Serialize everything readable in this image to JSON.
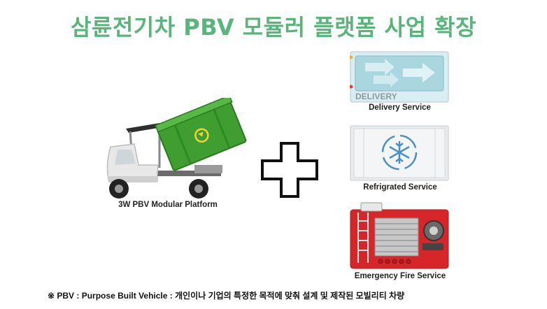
{
  "title": "삼륜전기차 PBV 모듈러 플랫폼 사업 확장",
  "colors": {
    "title": "#5ab57a",
    "bin_green": "#3f9e2f",
    "delivery": "#a9d6df",
    "fire_red": "#d7262a",
    "fridge": "#e9ecee"
  },
  "vehicle": {
    "caption": "3W PBV Modular Platform",
    "logo_icon": "recycle-icon"
  },
  "plus_icon": "plus-outline-icon",
  "services": [
    {
      "label": "Delivery Service",
      "side_text": "DELIVERY",
      "icon": "delivery-arrows-icon"
    },
    {
      "label": "Refrigrated Service",
      "icon": "snowflake-icon"
    },
    {
      "label": "Emergency Fire Service",
      "icon": "fire-hose-icon"
    }
  ],
  "footnote": "※ PBV : Purpose Built Vehicle : 개인이나 기업의 특정한 목적에 맞춰 설계 및 제작된 모빌리티 차량"
}
